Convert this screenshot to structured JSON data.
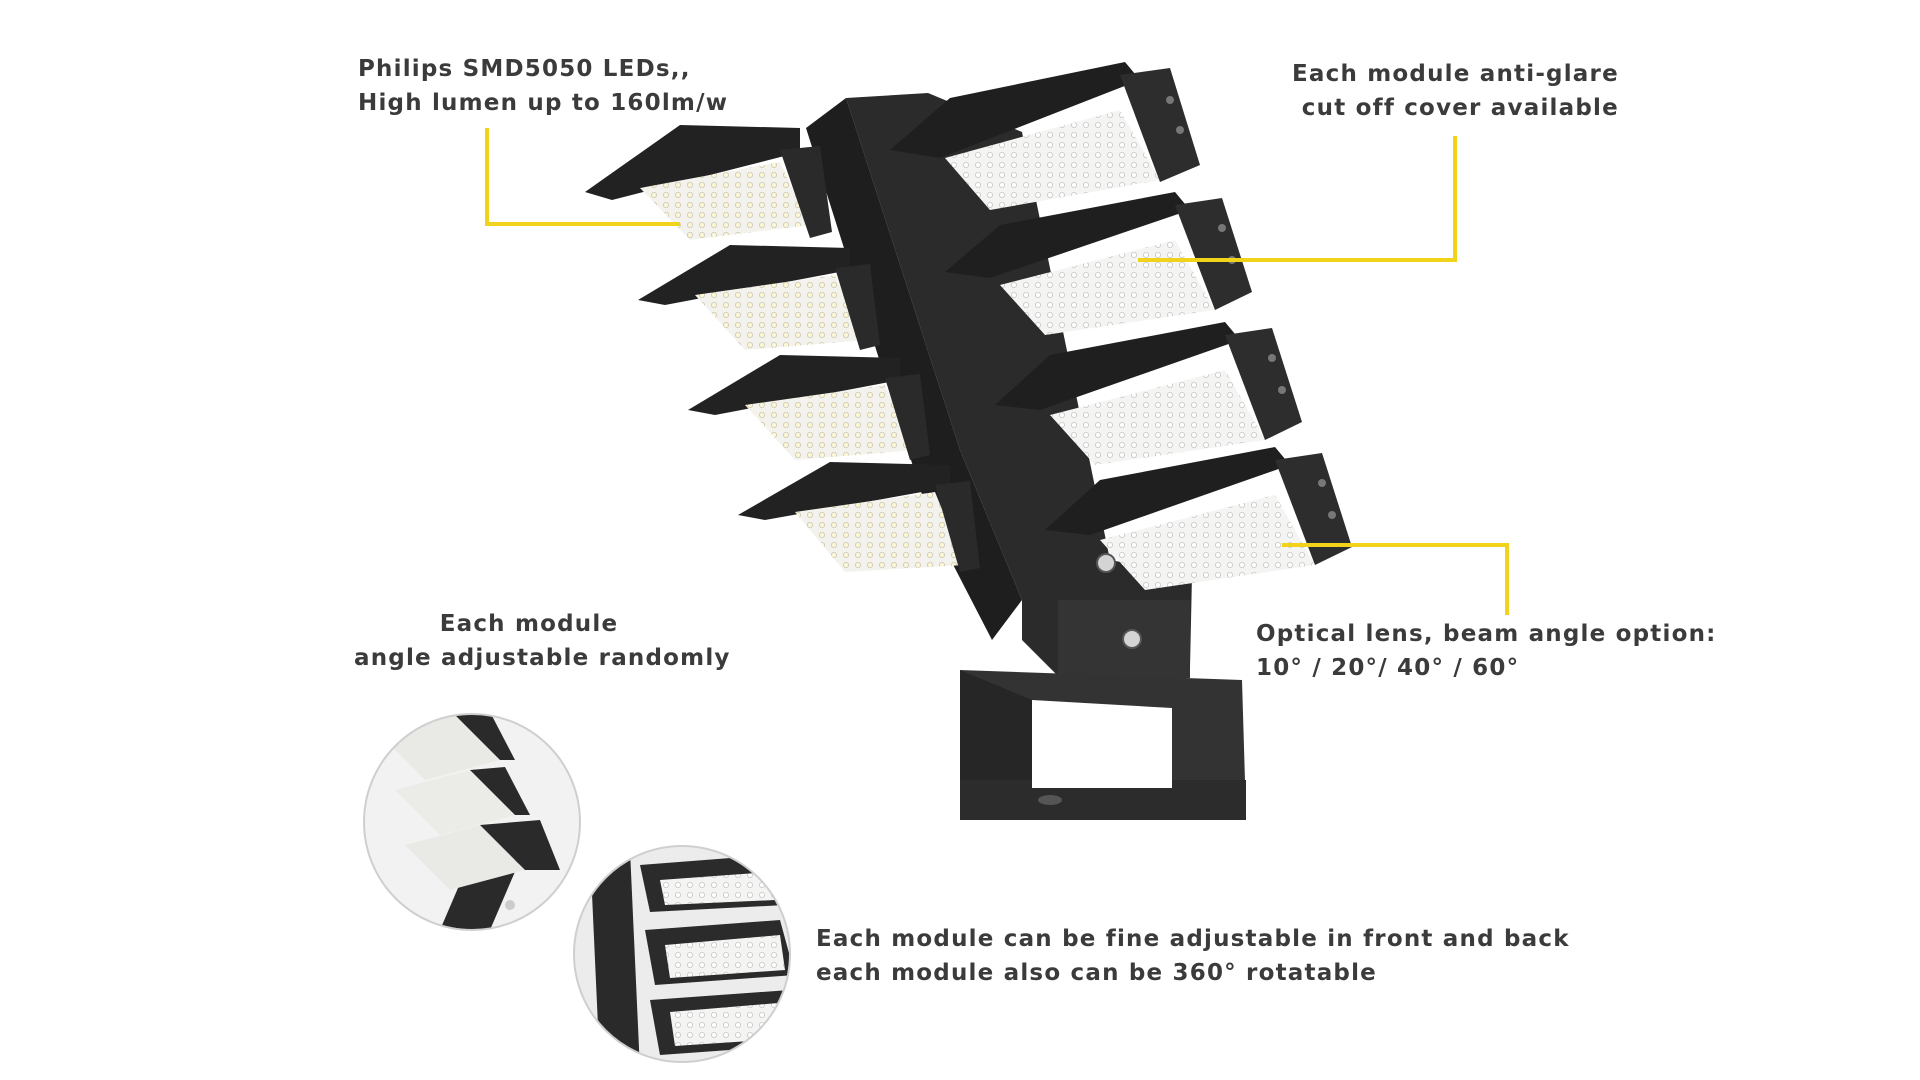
{
  "annotations": {
    "leds": {
      "line1": "Philips SMD5050 LEDs,,",
      "line2": "High lumen up to 160lm/w"
    },
    "anti_glare": {
      "line1": "Each module anti-glare",
      "line2": "cut off cover available"
    },
    "angle": {
      "line1": "Each module",
      "line2": "angle adjustable randomly"
    },
    "optics": {
      "line1": "Optical lens, beam angle option:",
      "line2": "10° / 20°/ 40° / 60°"
    },
    "fine_adjust": {
      "line1": "Each module can be fine adjustable in front and back",
      "line2": "each module also can be 360° rotatable"
    }
  },
  "colors": {
    "leader_line": "#f2d31c",
    "text": "#3b3b3b",
    "housing": "#2c2c2c",
    "led_panel": "#efefea"
  }
}
